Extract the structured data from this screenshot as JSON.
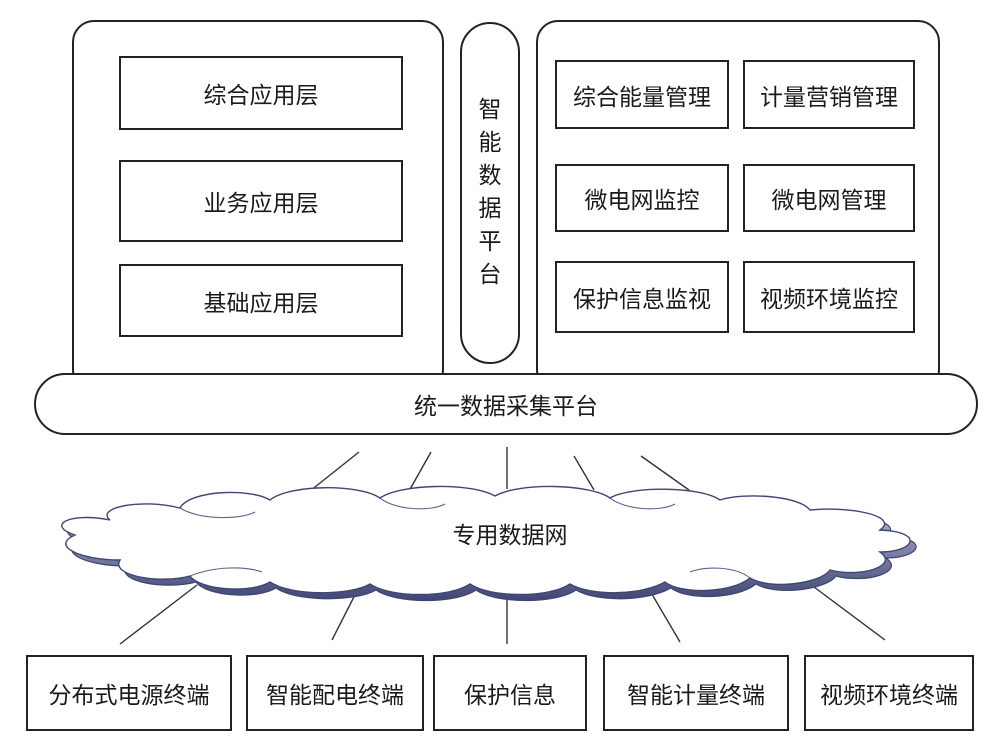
{
  "left_panel": {
    "layers": [
      "综合应用层",
      "业务应用层",
      "基础应用层"
    ]
  },
  "center_column": {
    "label_chars": [
      "智",
      "能",
      "数",
      "据",
      "平",
      "台"
    ]
  },
  "right_panel": {
    "modules": [
      "综合能量管理",
      "计量营销管理",
      "微电网监控",
      "微电网管理",
      "保护信息监视",
      "视频环境监控"
    ]
  },
  "platform": {
    "label": "统一数据采集平台"
  },
  "network": {
    "label": "专用数据网"
  },
  "terminals": [
    "分布式电源终端",
    "智能配电终端",
    "保护信息",
    "智能计量终端",
    "视频环境终端"
  ],
  "colors": {
    "cloud_edge": "#3f4674",
    "cloud_shadow": "#9ea4c8",
    "stroke": "#222222"
  }
}
